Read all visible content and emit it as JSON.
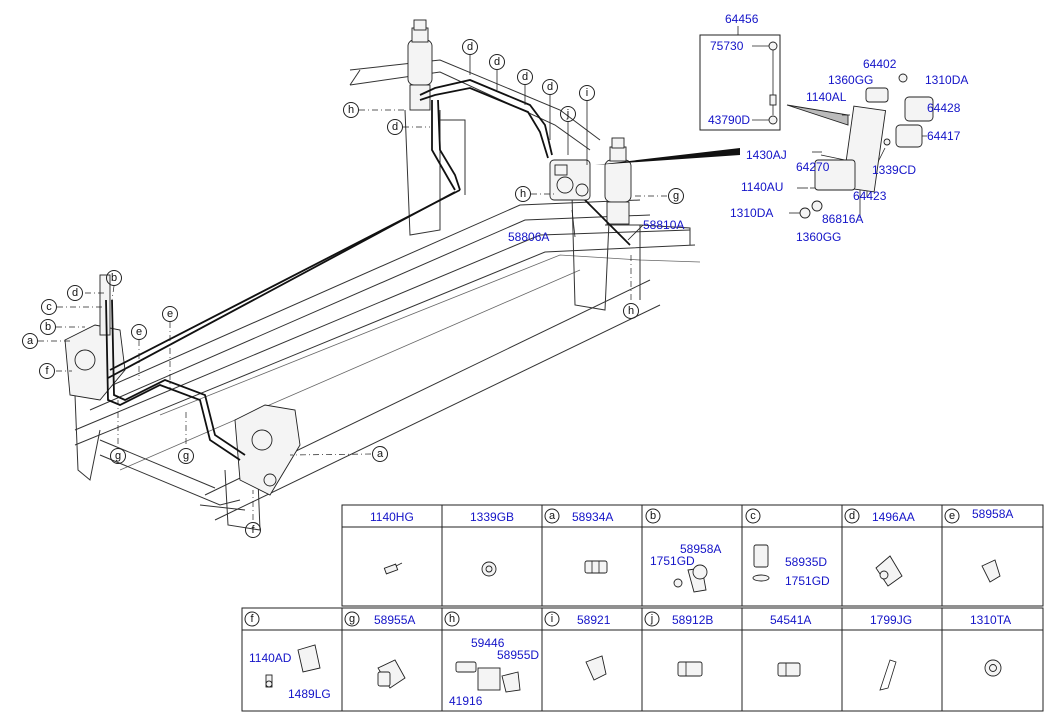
{
  "callouts": {
    "p64456": "64456",
    "p75730": "75730",
    "p43790D": "43790D",
    "p64402": "64402",
    "p1360GG_top": "1360GG",
    "p1310DA_top": "1310DA",
    "p1140AL": "1140AL",
    "p64428": "64428",
    "p64417": "64417",
    "p1430AJ": "1430AJ",
    "p64270": "64270",
    "p1339CD": "1339CD",
    "p1140AU": "1140AU",
    "p64423": "64423",
    "p86816A": "86816A",
    "p1310DA_bot": "1310DA",
    "p1360GG_bot": "1360GG",
    "p58810A": "58810A",
    "p58806A": "58806A"
  },
  "letters": {
    "d1": "d",
    "d2": "d",
    "d3": "d",
    "d4": "d",
    "d5": "d",
    "d6": "d",
    "i1": "i",
    "j1": "j",
    "h1": "h",
    "h2": "h",
    "h3": "h",
    "g1": "g",
    "b1": "b",
    "c1": "c",
    "b2": "b",
    "a1": "a",
    "f1": "f",
    "e1": "e",
    "e2": "e",
    "g2": "g",
    "g3": "g",
    "a2": "a",
    "f2": "f"
  },
  "table": {
    "row1": [
      {
        "letter": "",
        "parts": [
          "1140HG"
        ]
      },
      {
        "letter": "",
        "parts": [
          "1339GB"
        ]
      },
      {
        "letter": "a",
        "parts": [
          "58934A"
        ]
      },
      {
        "letter": "b",
        "parts": [
          "58958A",
          "1751GD"
        ]
      },
      {
        "letter": "c",
        "parts": [
          "58935D",
          "1751GD"
        ]
      },
      {
        "letter": "d",
        "parts": [
          "1496AA"
        ]
      },
      {
        "letter": "e",
        "parts": [
          "58958A"
        ]
      }
    ],
    "row2": [
      {
        "letter": "f",
        "parts": [
          "1140AD",
          "1489LG"
        ]
      },
      {
        "letter": "g",
        "parts": [
          "58955A"
        ]
      },
      {
        "letter": "h",
        "parts": [
          "59446",
          "58955D",
          "41916"
        ]
      },
      {
        "letter": "i",
        "parts": [
          "58921"
        ]
      },
      {
        "letter": "j",
        "parts": [
          "58912B"
        ]
      },
      {
        "letter": "",
        "parts": [
          "54541A"
        ]
      },
      {
        "letter": "",
        "parts": [
          "1799JG"
        ]
      },
      {
        "letter": "",
        "parts": [
          "1310TA"
        ]
      }
    ]
  }
}
